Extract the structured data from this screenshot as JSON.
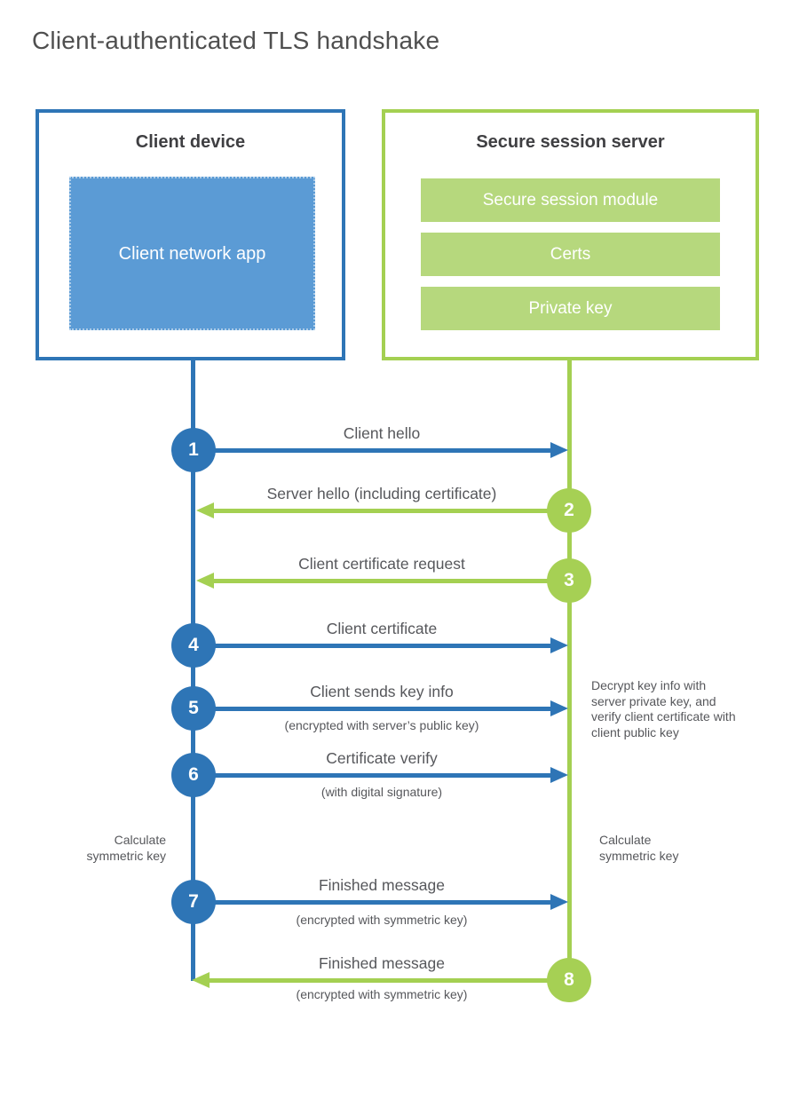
{
  "title": "Client-authenticated TLS handshake",
  "client": {
    "title": "Client device",
    "app_label": "Client network app"
  },
  "server": {
    "title": "Secure session server",
    "modules": [
      "Secure session module",
      "Certs",
      "Private key"
    ]
  },
  "steps": [
    {
      "num": "1",
      "from": "client",
      "direction": "right",
      "label": "Client hello",
      "sub": ""
    },
    {
      "num": "2",
      "from": "server",
      "direction": "left",
      "label": "Server hello (including certificate)",
      "sub": ""
    },
    {
      "num": "3",
      "from": "server",
      "direction": "left",
      "label": "Client certificate request",
      "sub": ""
    },
    {
      "num": "4",
      "from": "client",
      "direction": "right",
      "label": "Client certificate",
      "sub": ""
    },
    {
      "num": "5",
      "from": "client",
      "direction": "right",
      "label": "Client sends key info",
      "sub": "(encrypted with server’s public key)"
    },
    {
      "num": "6",
      "from": "client",
      "direction": "right",
      "label": "Certificate verify",
      "sub": "(with digital signature)"
    },
    {
      "num": "7",
      "from": "client",
      "direction": "right",
      "label": "Finished message",
      "sub": "(encrypted with symmetric key)"
    },
    {
      "num": "8",
      "from": "server",
      "direction": "left",
      "label": "Finished message",
      "sub": "(encrypted with symmetric key)"
    }
  ],
  "notes": {
    "decrypt_note": "Decrypt key info with server private key, and verify client certificate with client public key",
    "calculate_left": "Calculate symmetric key",
    "calculate_right": "Calculate symmetric key"
  },
  "colors": {
    "blue": "#2e75b6",
    "blue_fill": "#5b9bd5",
    "green": "#a4d052",
    "green_fill": "#b6d87d",
    "text": "#56575b",
    "heading": "#3f3f42"
  }
}
